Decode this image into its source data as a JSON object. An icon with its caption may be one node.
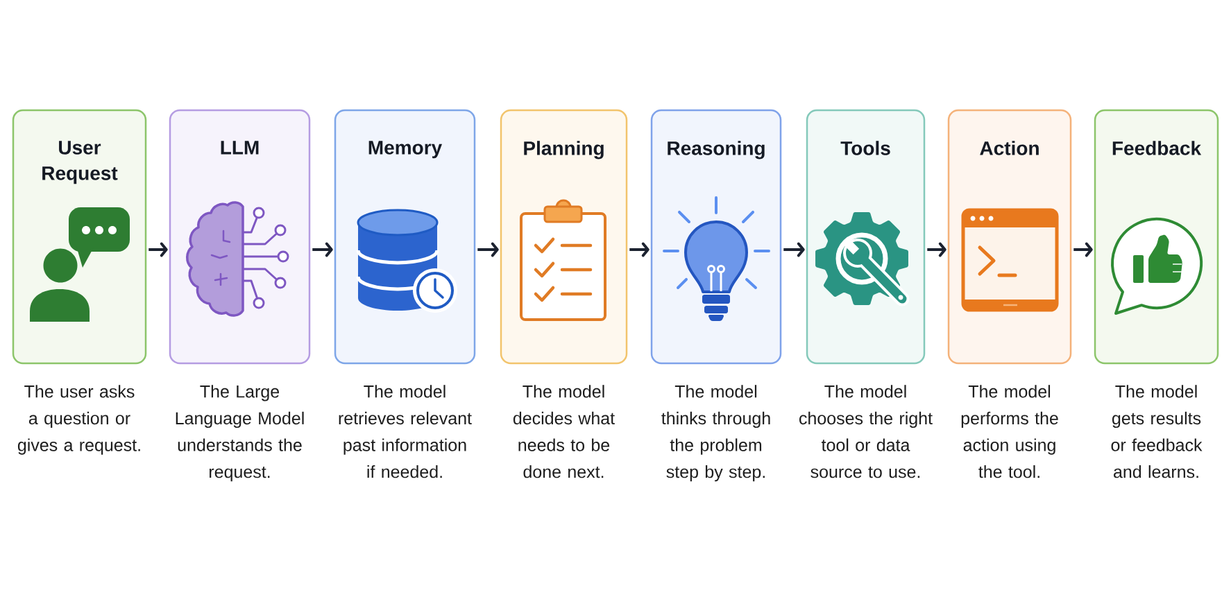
{
  "diagram": {
    "nodes": [
      {
        "text": [
          "User Request"
        ],
        "beside": [
          "The user asks a question or gives a request."
        ]
      },
      {
        "text": [
          "LLM"
        ],
        "beside": [
          "The Large Language Model understands the request."
        ]
      },
      {
        "text": [
          "Memory"
        ],
        "beside": [
          "The model retrieves relevant past information if needed."
        ]
      },
      {
        "text": [
          "Planning"
        ],
        "beside": [
          "The model decides what needs to be done next."
        ]
      },
      {
        "text": [
          "Reasoning"
        ],
        "beside": [
          "The model thinks through the problem step by step."
        ]
      },
      {
        "text": [
          "Tools"
        ],
        "beside": [
          "The model chooses the right tool or data source to use."
        ]
      },
      {
        "text": [
          "Action"
        ],
        "beside": [
          "The model performs the action using the tool."
        ]
      },
      {
        "text": [
          "Feedback"
        ],
        "beside": [
          "The model gets results or feedback and learns."
        ]
      }
    ],
    "edges": [
      {
        "from": 0,
        "to": 1,
        "arrow": "to"
      },
      {
        "from": 1,
        "to": 2,
        "arrow": "to"
      },
      {
        "from": 2,
        "to": 3,
        "arrow": "to"
      },
      {
        "from": 3,
        "to": 4,
        "arrow": "to"
      },
      {
        "from": 4,
        "to": 5,
        "arrow": "to"
      },
      {
        "from": 5,
        "to": 6,
        "arrow": "to"
      },
      {
        "from": 6,
        "to": 7,
        "arrow": "to"
      }
    ]
  }
}
